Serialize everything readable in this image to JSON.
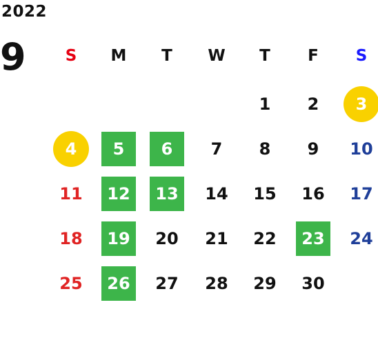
{
  "calendar": {
    "year": "2022",
    "month": "9",
    "weekdays": [
      {
        "label": "S",
        "color": "#e60012"
      },
      {
        "label": "M",
        "color": "#111111"
      },
      {
        "label": "T",
        "color": "#111111"
      },
      {
        "label": "W",
        "color": "#111111"
      },
      {
        "label": "T",
        "color": "#111111"
      },
      {
        "label": "F",
        "color": "#111111"
      },
      {
        "label": "S",
        "color": "#1a1aff"
      }
    ],
    "colors": {
      "sunday": "#e02424",
      "saturday": "#1f3f99",
      "weekday": "#111111",
      "highlight_green": "#3db54a",
      "highlight_yellow": "#f9d100"
    },
    "weeks": [
      [
        {
          "day": ""
        },
        {
          "day": ""
        },
        {
          "day": ""
        },
        {
          "day": ""
        },
        {
          "day": "1",
          "highlight": "none"
        },
        {
          "day": "2",
          "highlight": "none"
        },
        {
          "day": "3",
          "highlight": "yellow"
        }
      ],
      [
        {
          "day": "4",
          "highlight": "yellow"
        },
        {
          "day": "5",
          "highlight": "green"
        },
        {
          "day": "6",
          "highlight": "green"
        },
        {
          "day": "7",
          "highlight": "none"
        },
        {
          "day": "8",
          "highlight": "none"
        },
        {
          "day": "9",
          "highlight": "none"
        },
        {
          "day": "10",
          "highlight": "none"
        }
      ],
      [
        {
          "day": "11",
          "highlight": "none"
        },
        {
          "day": "12",
          "highlight": "green"
        },
        {
          "day": "13",
          "highlight": "green"
        },
        {
          "day": "14",
          "highlight": "none"
        },
        {
          "day": "15",
          "highlight": "none"
        },
        {
          "day": "16",
          "highlight": "none"
        },
        {
          "day": "17",
          "highlight": "none"
        }
      ],
      [
        {
          "day": "18",
          "highlight": "none"
        },
        {
          "day": "19",
          "highlight": "green"
        },
        {
          "day": "20",
          "highlight": "none"
        },
        {
          "day": "21",
          "highlight": "none"
        },
        {
          "day": "22",
          "highlight": "none"
        },
        {
          "day": "23",
          "highlight": "green"
        },
        {
          "day": "24",
          "highlight": "none"
        }
      ],
      [
        {
          "day": "25",
          "highlight": "none"
        },
        {
          "day": "26",
          "highlight": "green"
        },
        {
          "day": "27",
          "highlight": "none"
        },
        {
          "day": "28",
          "highlight": "none"
        },
        {
          "day": "29",
          "highlight": "none"
        },
        {
          "day": "30",
          "highlight": "none"
        },
        {
          "day": ""
        }
      ]
    ]
  }
}
